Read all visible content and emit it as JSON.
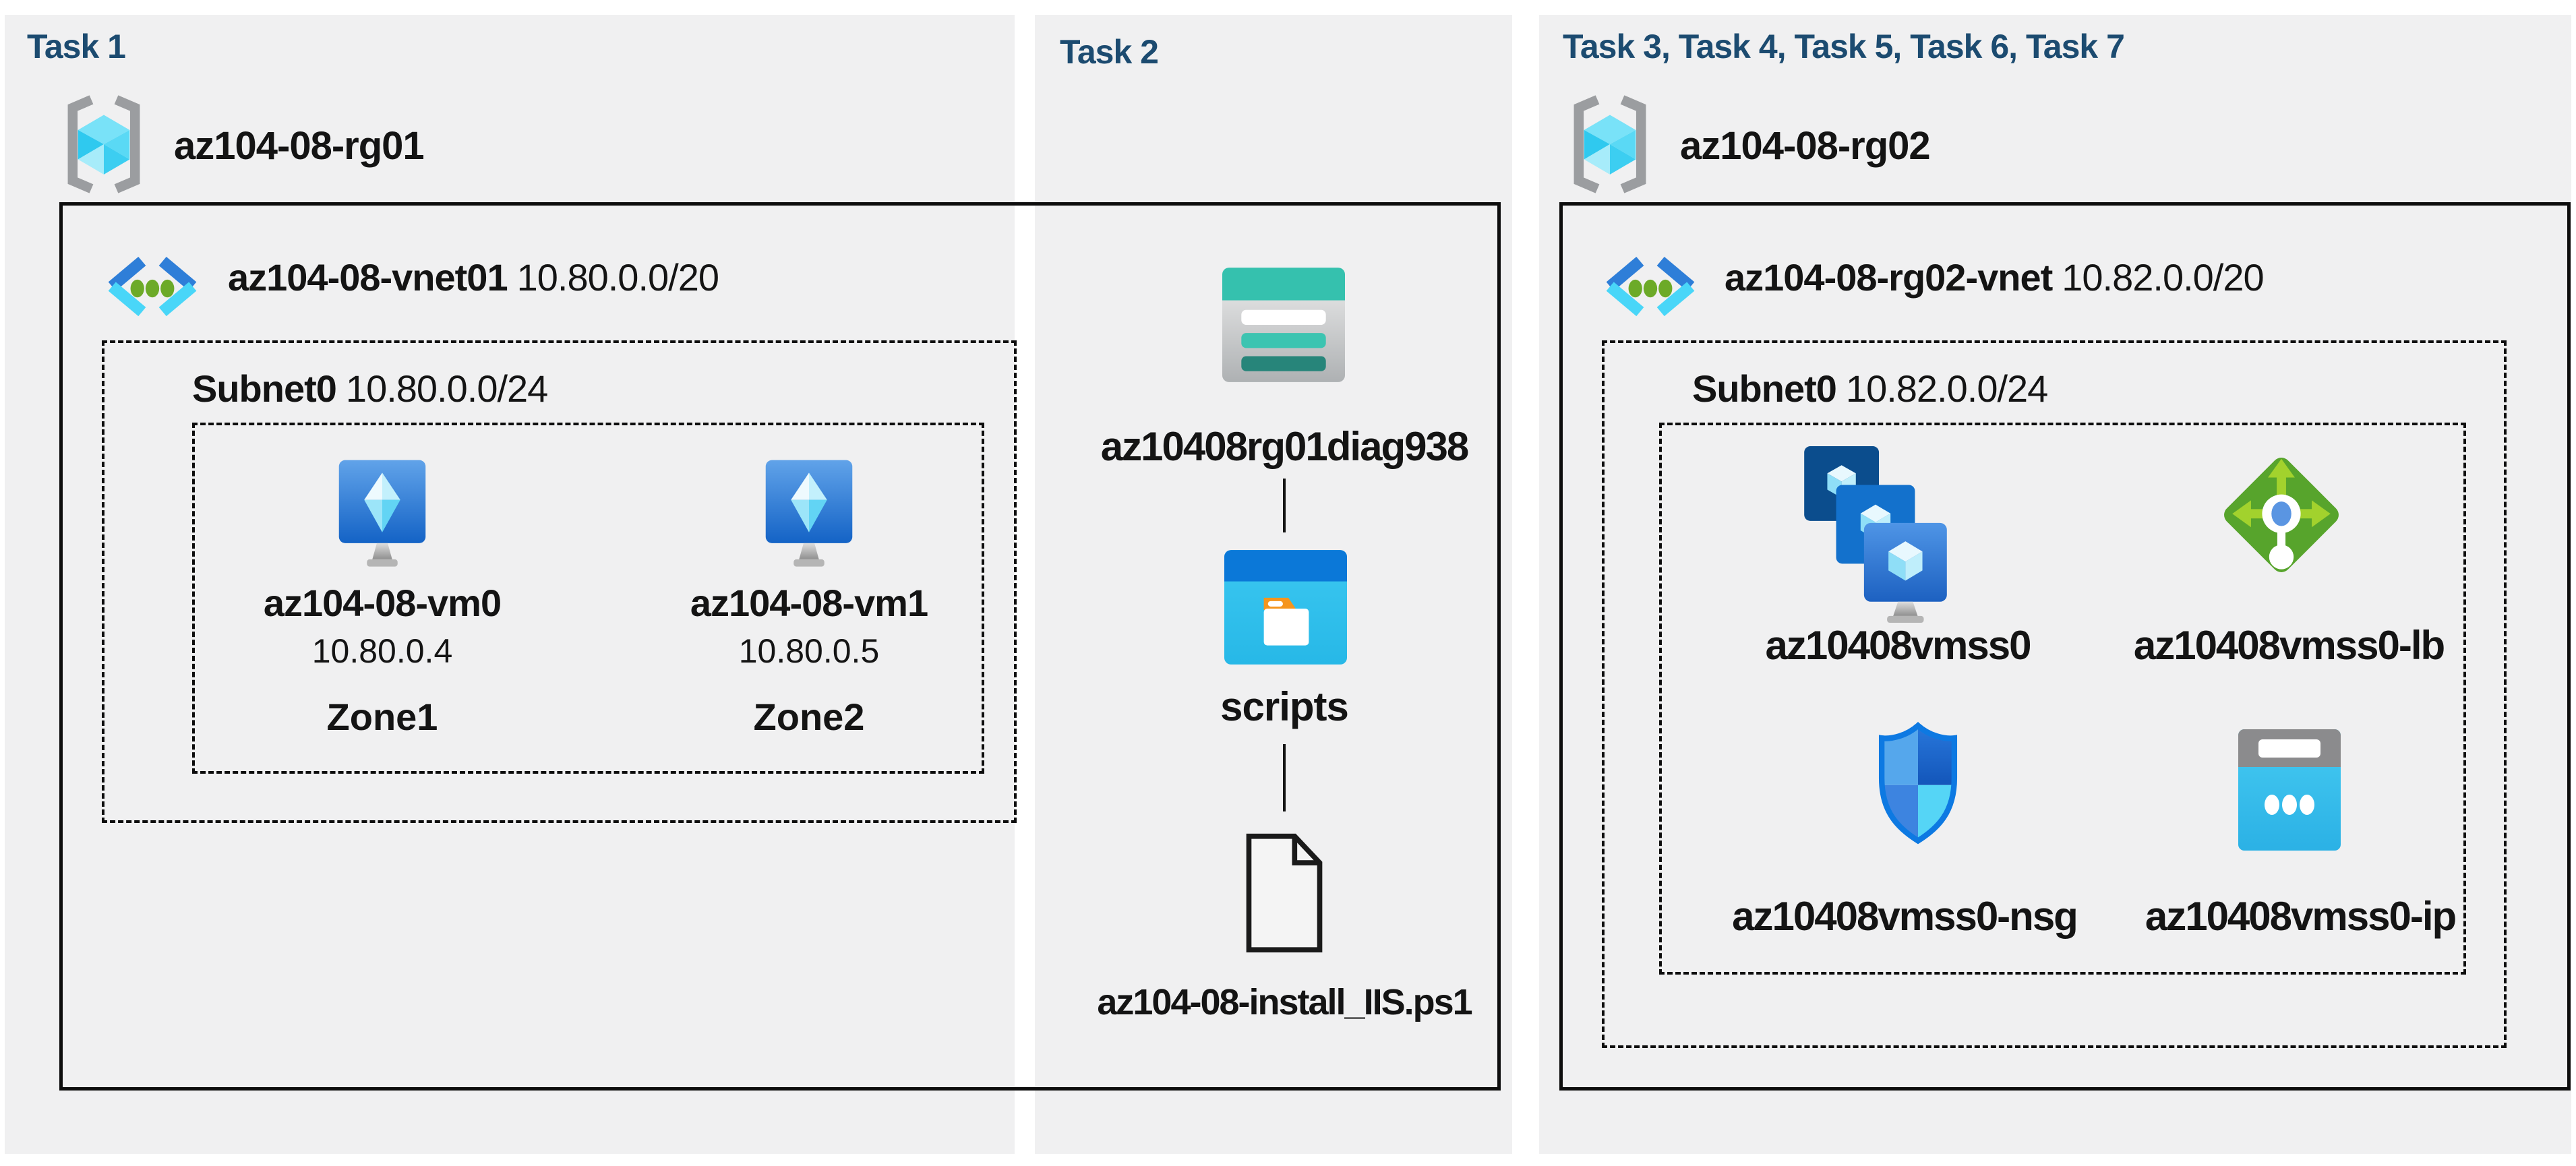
{
  "colors": {
    "header_text": "#1c4b70",
    "panel_bg": "#f0f0f1",
    "outline_black": "#0d0d0d",
    "storage_teal": "#35c1ae",
    "storage_teal_dark": "#27857a",
    "vnet_chevron_blue": "#2e7ed8",
    "vnet_chevron_cyan": "#49d6f8",
    "vnet_dot_green": "#6caa28",
    "vm_screen_blue": "#1f66c8",
    "lb_green": "#57a42c",
    "lb_arrow_green": "#a2d22d",
    "nsg_border_blue": "#0d79e2",
    "folder_bar_blue": "#0b78d8",
    "folder_tab_orange": "#f5951d",
    "ip_body_cyan": "#35bfe9",
    "ip_top_gray": "#8b8b8d",
    "rg_bracket_gray": "#9b9da0"
  },
  "panels": [
    {
      "header": "Task 1",
      "resource_group": {
        "name": "az104-08-rg01"
      },
      "vnet": {
        "name": "az104-08-vnet01",
        "cidr": "10.80.0.0/20"
      },
      "subnet": {
        "name": "Subnet0",
        "cidr": "10.80.0.0/24"
      },
      "vms": [
        {
          "name": "az104-08-vm0",
          "ip": "10.80.0.4",
          "zone": "Zone1"
        },
        {
          "name": "az104-08-vm1",
          "ip": "10.80.0.5",
          "zone": "Zone2"
        }
      ]
    },
    {
      "header": "Task 2",
      "storage_account": {
        "name": "az10408rg01diag938"
      },
      "container": {
        "name": "scripts"
      },
      "file": {
        "name": "az104-08-install_IIS.ps1"
      }
    },
    {
      "header": "Task 3, Task 4, Task 5, Task 6, Task 7",
      "resource_group": {
        "name": "az104-08-rg02"
      },
      "vnet": {
        "name": "az104-08-rg02-vnet",
        "cidr": "10.82.0.0/20"
      },
      "subnet": {
        "name": "Subnet0",
        "cidr": "10.82.0.0/24"
      },
      "resources": [
        {
          "name": "az10408vmss0",
          "type": "virtual-machine-scale-set"
        },
        {
          "name": "az10408vmss0-lb",
          "type": "load-balancer"
        },
        {
          "name": "az10408vmss0-nsg",
          "type": "network-security-group"
        },
        {
          "name": "az10408vmss0-ip",
          "type": "public-ip-address"
        }
      ]
    }
  ]
}
